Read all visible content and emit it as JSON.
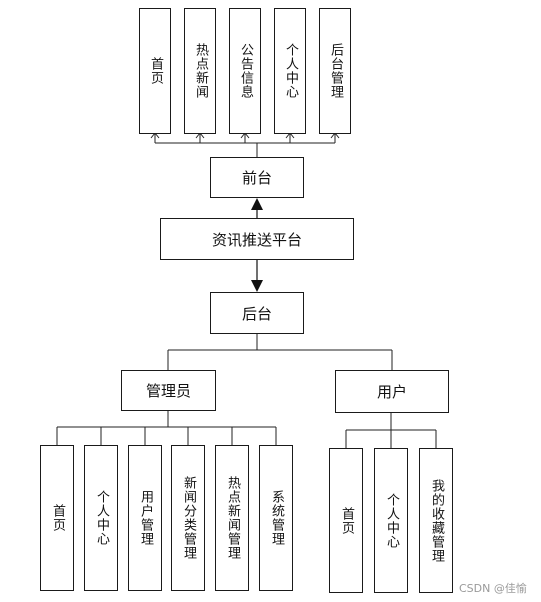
{
  "platform": "资讯推送平台",
  "frontend": {
    "label": "前台",
    "modules": [
      "首页",
      "热点新闻",
      "公告信息",
      "个人中心",
      "后台管理"
    ]
  },
  "backend": {
    "label": "后台",
    "admin": {
      "label": "管理员",
      "modules": [
        "首页",
        "个人中心",
        "用户管理",
        "新闻分类管理",
        "热点新闻管理",
        "系统管理"
      ]
    },
    "user": {
      "label": "用户",
      "modules": [
        "首页",
        "个人中心",
        "我的收藏管理"
      ]
    }
  },
  "watermark": "CSDN @佳愉"
}
